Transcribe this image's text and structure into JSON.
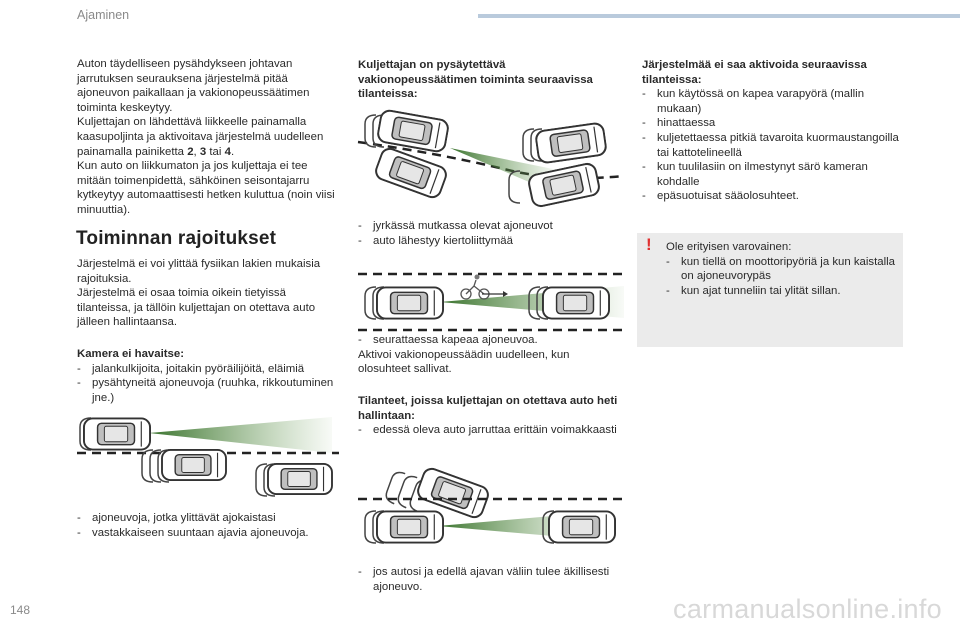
{
  "header": {
    "title": "Ajaminen"
  },
  "page_number": "148",
  "watermark": "carmanualsonline.info",
  "col1": {
    "intro_p1": "Auton täydelliseen pysähdykseen johtavan jarrutuksen seurauksena järjestelmä pitää ajoneuvon paikallaan ja vakionopeussäätimen toiminta keskeytyy.",
    "intro_p2a": "Kuljettajan on lähdettävä liikkeelle painamalla kaasupoljinta ja aktivoitava järjestelmä uudelleen painamalla painiketta ",
    "btn2": "2",
    "sep1": ", ",
    "btn3": "3",
    "sep2": " tai ",
    "btn4": "4",
    "end": ".",
    "intro_p3": "Kun auto on liikkumaton ja jos kuljettaja ei tee mitään toimenpidettä, sähköinen seisontajarru kytkeytyy automaattisesti hetken kuluttua (noin viisi minuuttia).",
    "section_title": "Toiminnan rajoitukset",
    "limit_p1": "Järjestelmä ei voi ylittää fysiikan lakien mukaisia rajoituksia.",
    "limit_p2": "Järjestelmä ei osaa toimia oikein tietyissä tilanteissa, ja tällöin kuljettajan on otettava auto jälleen hallintaansa.",
    "camera_heading": "Kamera ei havaitse:",
    "camera_items": [
      "jalankulkijoita, joitakin pyöräilijöitä, eläimiä",
      "pysähtyneitä ajoneuvoja (ruuhka, rikkoutuminen jne.)"
    ],
    "bottom_items": [
      "ajoneuvoja, jotka ylittävät ajokaistasi",
      "vastakkaiseen suuntaan ajavia ajoneuvoja."
    ]
  },
  "col2": {
    "heading1": "Kuljettajan on pysäytettävä vakionopeussäätimen toiminta seuraavissa tilanteissa:",
    "items1": [
      "jyrkässä mutkassa olevat ajoneuvot",
      "auto lähestyy kiertoliittymää"
    ],
    "items2": [
      "seurattaessa kapeaa ajoneuvoa."
    ],
    "note": "Aktivoi vakionopeussäädin uudelleen, kun olosuhteet sallivat.",
    "heading2": "Tilanteet, joissa kuljettajan on otettava auto heti hallintaan:",
    "items3": [
      "edessä oleva auto jarruttaa erittäin voimakkaasti"
    ],
    "items4": [
      "jos autosi ja edellä ajavan väliin tulee äkillisesti ajoneuvo."
    ]
  },
  "col3": {
    "heading": "Järjestelmää ei saa aktivoida seuraavissa tilanteissa:",
    "items": [
      "kun käytössä on kapea varapyörä (mallin mukaan)",
      "hinattaessa",
      "kuljetettaessa pitkiä tavaroita kuormaustangoilla tai kattotelineellä",
      "kun tuulilasiin on ilmestynyt särö kameran kohdalle",
      "epäsuotuisat sääolosuhteet."
    ],
    "warning_icon": "!",
    "warning_title": "Ole erityisen varovainen:",
    "warning_items": [
      "kun tiellä on moottoripyöriä ja kun kaistalla on ajoneuvorypäs",
      "kun ajat tunneliin tai ylität sillan."
    ]
  },
  "colors": {
    "beam": "#3f7a2c",
    "header_bar": "#b9cadc",
    "warning_red": "#e03030"
  }
}
